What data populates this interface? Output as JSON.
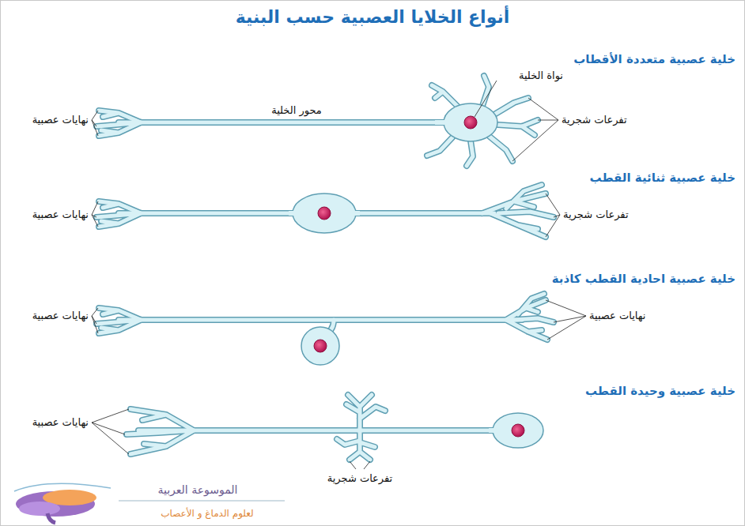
{
  "diagram": {
    "title": "أنواع الخلايا العصبية حسب البنية",
    "labels": [
      "خلية عصبية متعددة الأقطاب",
      "نواة الخلية",
      "محور الخلية",
      "نهايات عصبية",
      "تفرعات شجرية",
      "خلية عصبية ثنائية القطب",
      "نهايات عصبية",
      "تفرعات شجرية",
      "خلية عصبية احادية القطب كاذبة",
      "نهايات عصبية",
      "نهايات عصبية",
      "خلية عصبية وحيدة القطب",
      "نهايات عصبية",
      "تفرعات شجرية",
      "الموسوعة العربية",
      "لعلوم الدماغ و الأعصاب"
    ]
  }
}
